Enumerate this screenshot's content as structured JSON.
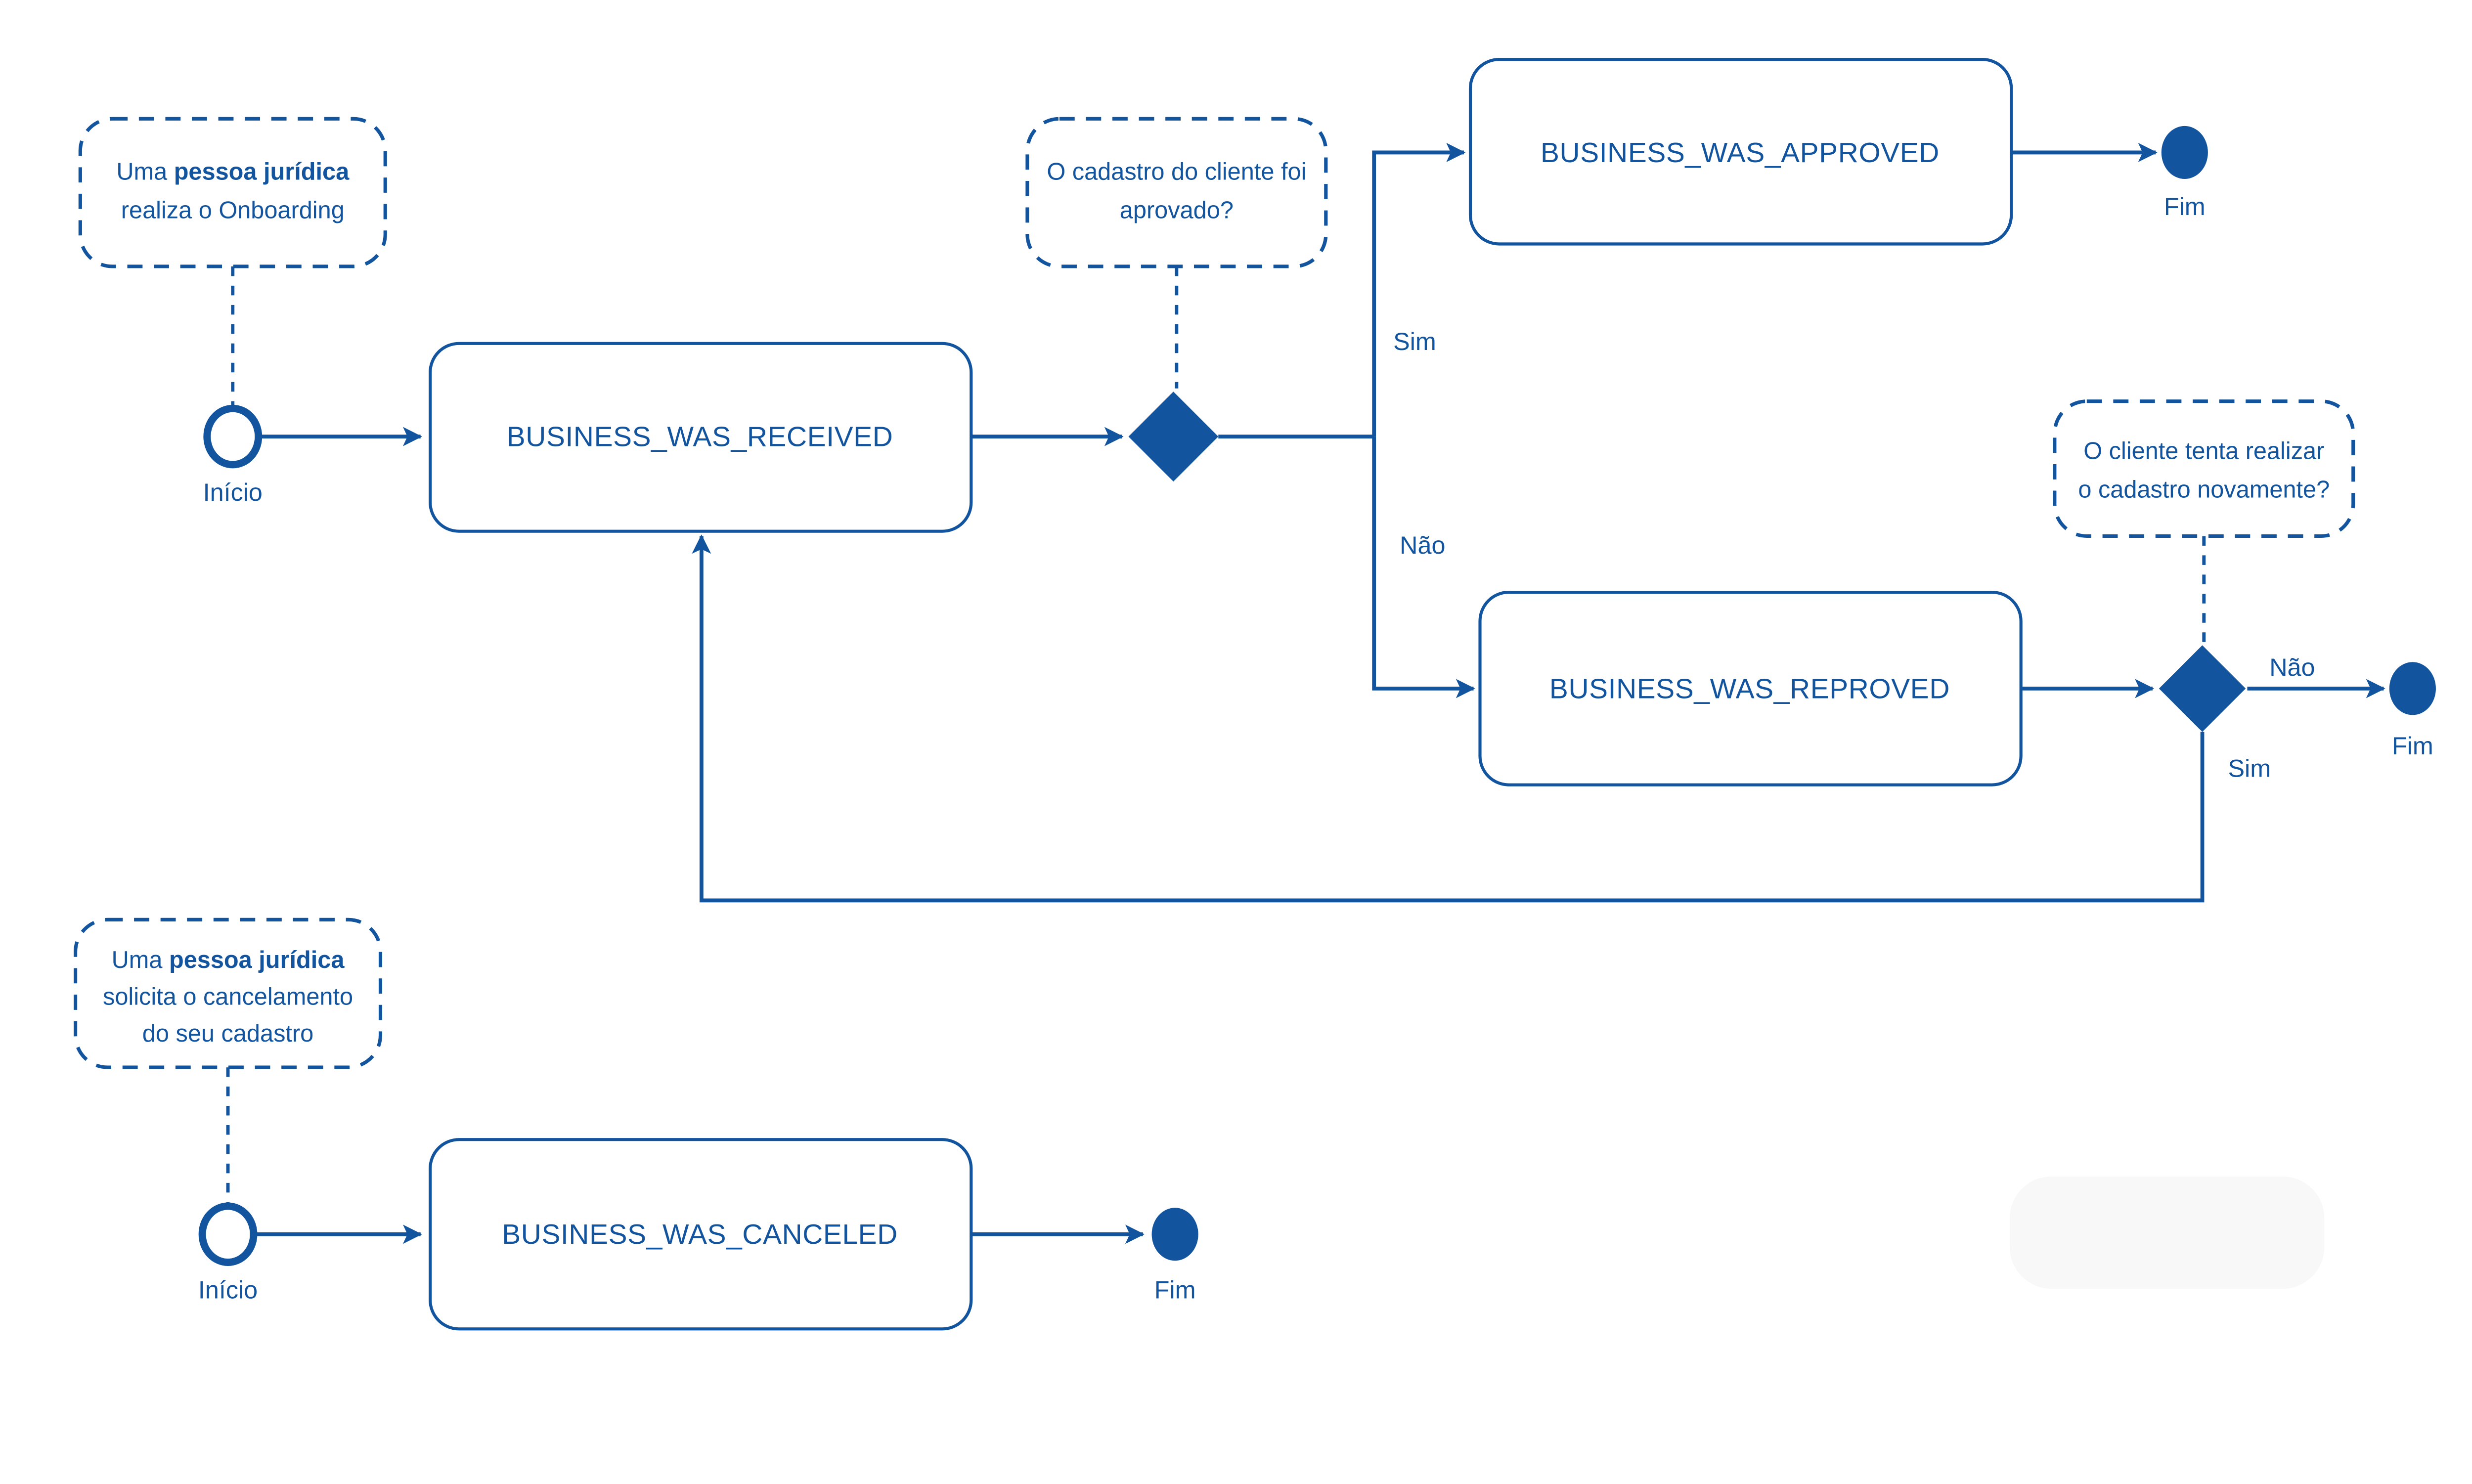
{
  "colors": {
    "primary": "#12549E",
    "background": "#ffffff",
    "watermark": "#f8f8f8"
  },
  "labels": {
    "start": "Início",
    "end": "Fim",
    "yes": "Sim",
    "no": "Não"
  },
  "states": {
    "received": "BUSINESS_WAS_RECEIVED",
    "approved": "BUSINESS_WAS_APPROVED",
    "reproved": "BUSINESS_WAS_REPROVED",
    "canceled": "BUSINESS_WAS_CANCELED"
  },
  "notes": {
    "onboarding": {
      "prefix": "Uma ",
      "bold": "pessoa jurídica",
      "line2": "realiza o Onboarding"
    },
    "approval_question": {
      "line1": "O cadastro do cliente foi",
      "line2": "aprovado?"
    },
    "retry_question": {
      "line1": "O cliente tenta realizar",
      "line2": "o cadastro novamente?"
    },
    "cancellation": {
      "prefix": "Uma ",
      "bold": "pessoa jurídica",
      "line2": "solicita o cancelamento",
      "line3": "do seu cadastro"
    }
  }
}
